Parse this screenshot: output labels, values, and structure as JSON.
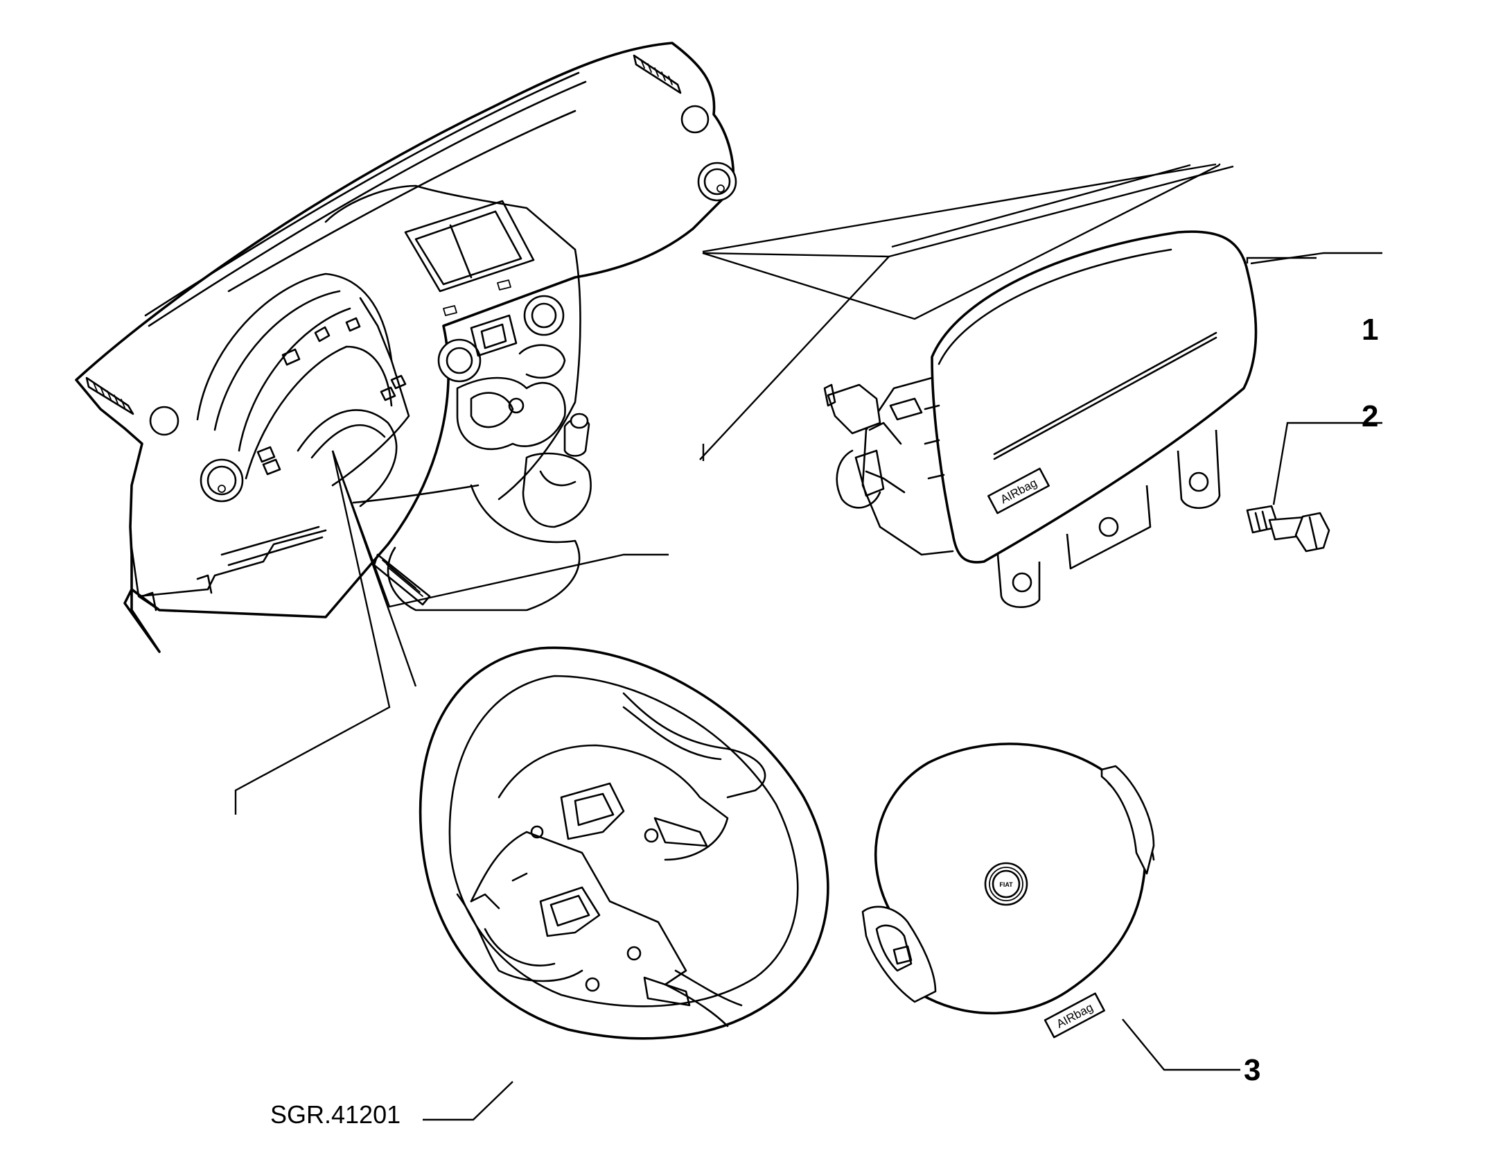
{
  "callouts": [
    "1",
    "2",
    "3"
  ],
  "diagram_ref": "SGR.41201",
  "component_labels": {
    "passenger_airbag_label": "AIRbag",
    "driver_airbag_label": "AIRbag",
    "logo_text": "FIAT"
  },
  "colors": {
    "line": "#000000",
    "background": "#ffffff"
  }
}
